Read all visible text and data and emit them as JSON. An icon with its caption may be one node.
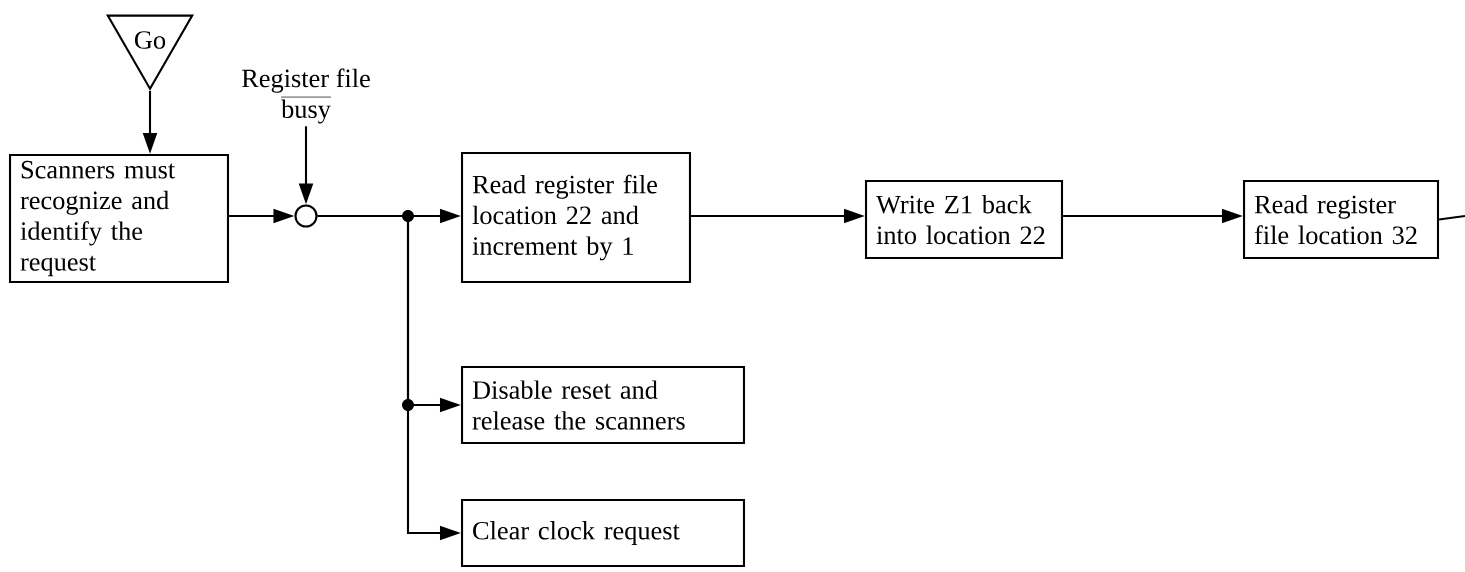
{
  "diagram": {
    "nodes": [
      {
        "text": [
          "Go"
        ]
      },
      {
        "text": [
          "Scanners must recognize and identify the request"
        ]
      },
      {
        "text": [
          "Register file",
          "busy"
        ]
      },
      {
        "text": [],
        "shape": "circle"
      },
      {
        "text": [
          "Read register file location 22 and increment by 1"
        ]
      },
      {
        "text": [
          "Disable reset and release the scanners"
        ]
      },
      {
        "text": [
          "Clear clock request"
        ]
      },
      {
        "text": [
          "Write Z1 back into location 22"
        ]
      },
      {
        "text": [
          "Read register file location 32"
        ]
      }
    ],
    "edges": [
      {
        "from": 0,
        "to": 1,
        "arrow": "to"
      },
      {
        "from": 2,
        "to": 3,
        "arrow": "to"
      },
      {
        "from": 1,
        "to": 3,
        "arrow": "to"
      },
      {
        "from": 3,
        "to": 4,
        "arrow": "to"
      },
      {
        "from": 3,
        "to": 5,
        "arrow": "to"
      },
      {
        "from": 3,
        "to": 6,
        "arrow": "to"
      },
      {
        "from": 4,
        "to": 7,
        "arrow": "to"
      },
      {
        "from": 7,
        "to": 8,
        "arrow": "to"
      },
      {
        "from": 8,
        "to": null,
        "arrow": "none"
      }
    ]
  }
}
